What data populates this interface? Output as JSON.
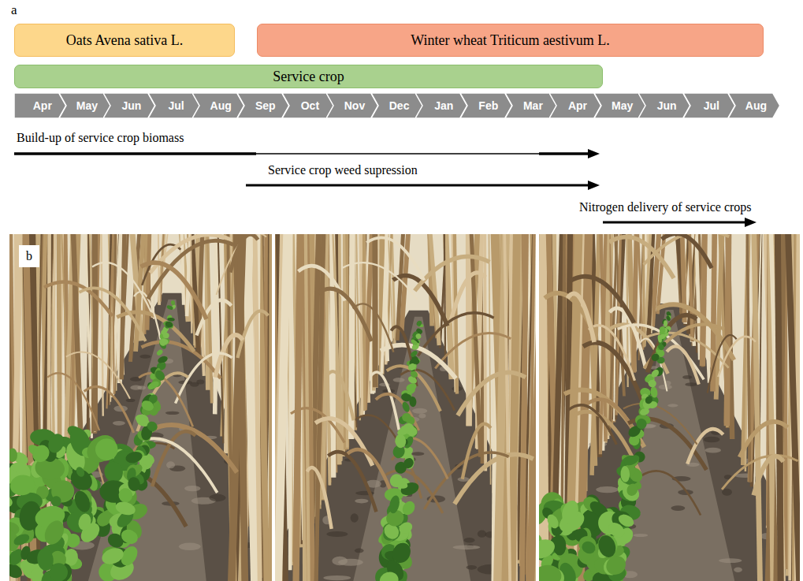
{
  "diagram": {
    "nodes": [
      {
        "text": [
          "Oats Avena sativa L."
        ]
      },
      {
        "text": [
          "Winter wheat Triticum aestivum L."
        ]
      },
      {
        "text": [
          "Service crop"
        ]
      },
      {
        "text": [
          "Apr"
        ]
      },
      {
        "text": [
          "May"
        ]
      },
      {
        "text": [
          "Jun"
        ]
      },
      {
        "text": [
          "Jul"
        ]
      },
      {
        "text": [
          "Aug"
        ]
      },
      {
        "text": [
          "Sep"
        ]
      },
      {
        "text": [
          "Oct"
        ]
      },
      {
        "text": [
          "Nov"
        ]
      },
      {
        "text": [
          "Dec"
        ]
      },
      {
        "text": [
          "Jan"
        ]
      },
      {
        "text": [
          "Feb"
        ]
      },
      {
        "text": [
          "Mar"
        ]
      },
      {
        "text": [
          "Apr"
        ]
      },
      {
        "text": [
          "May"
        ]
      },
      {
        "text": [
          "Jun"
        ]
      },
      {
        "text": [
          "Jul"
        ]
      },
      {
        "text": [
          "Aug"
        ]
      },
      {
        "text": [
          "b"
        ]
      }
    ],
    "labels": [
      "a",
      "Build-up of service crop biomass",
      "Service crop weed supression",
      "Nitrogen delivery of service crops"
    ]
  }
}
